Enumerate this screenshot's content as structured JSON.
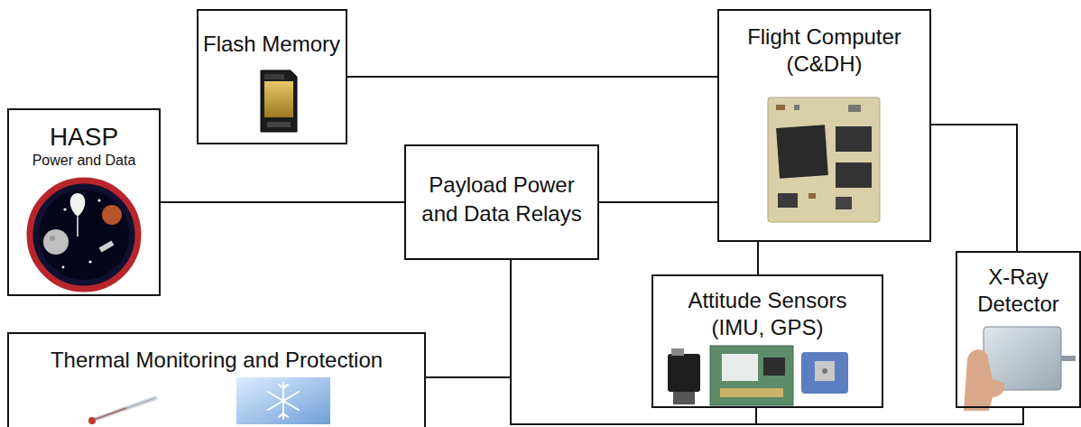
{
  "diagram": {
    "nodes": [
      {
        "text": [
          "Flash Memory"
        ]
      },
      {
        "text": [
          "Flight Computer (C&DH)"
        ]
      },
      {
        "text": [
          "HASP",
          "Power and Data"
        ]
      },
      {
        "text": [
          "Payload Power and Data Relays"
        ]
      },
      {
        "text": [
          "Attitude Sensors (IMU, GPS)"
        ]
      },
      {
        "text": [
          "X-Ray Detector"
        ]
      },
      {
        "text": [
          "Thermal Monitoring and Protection"
        ]
      }
    ],
    "edges": [
      {
        "from": 0,
        "to": 1,
        "arrow": "none"
      },
      {
        "from": 2,
        "to": 3,
        "arrow": "none"
      },
      {
        "from": 3,
        "to": 1,
        "arrow": "none"
      },
      {
        "from": 1,
        "to": 4,
        "arrow": "none"
      },
      {
        "from": 1,
        "to": 5,
        "arrow": "none"
      },
      {
        "from": 3,
        "to": 6,
        "arrow": "none"
      },
      {
        "from": 3,
        "to": 4,
        "arrow": "none"
      },
      {
        "from": 3,
        "to": 5,
        "arrow": "none"
      }
    ]
  }
}
